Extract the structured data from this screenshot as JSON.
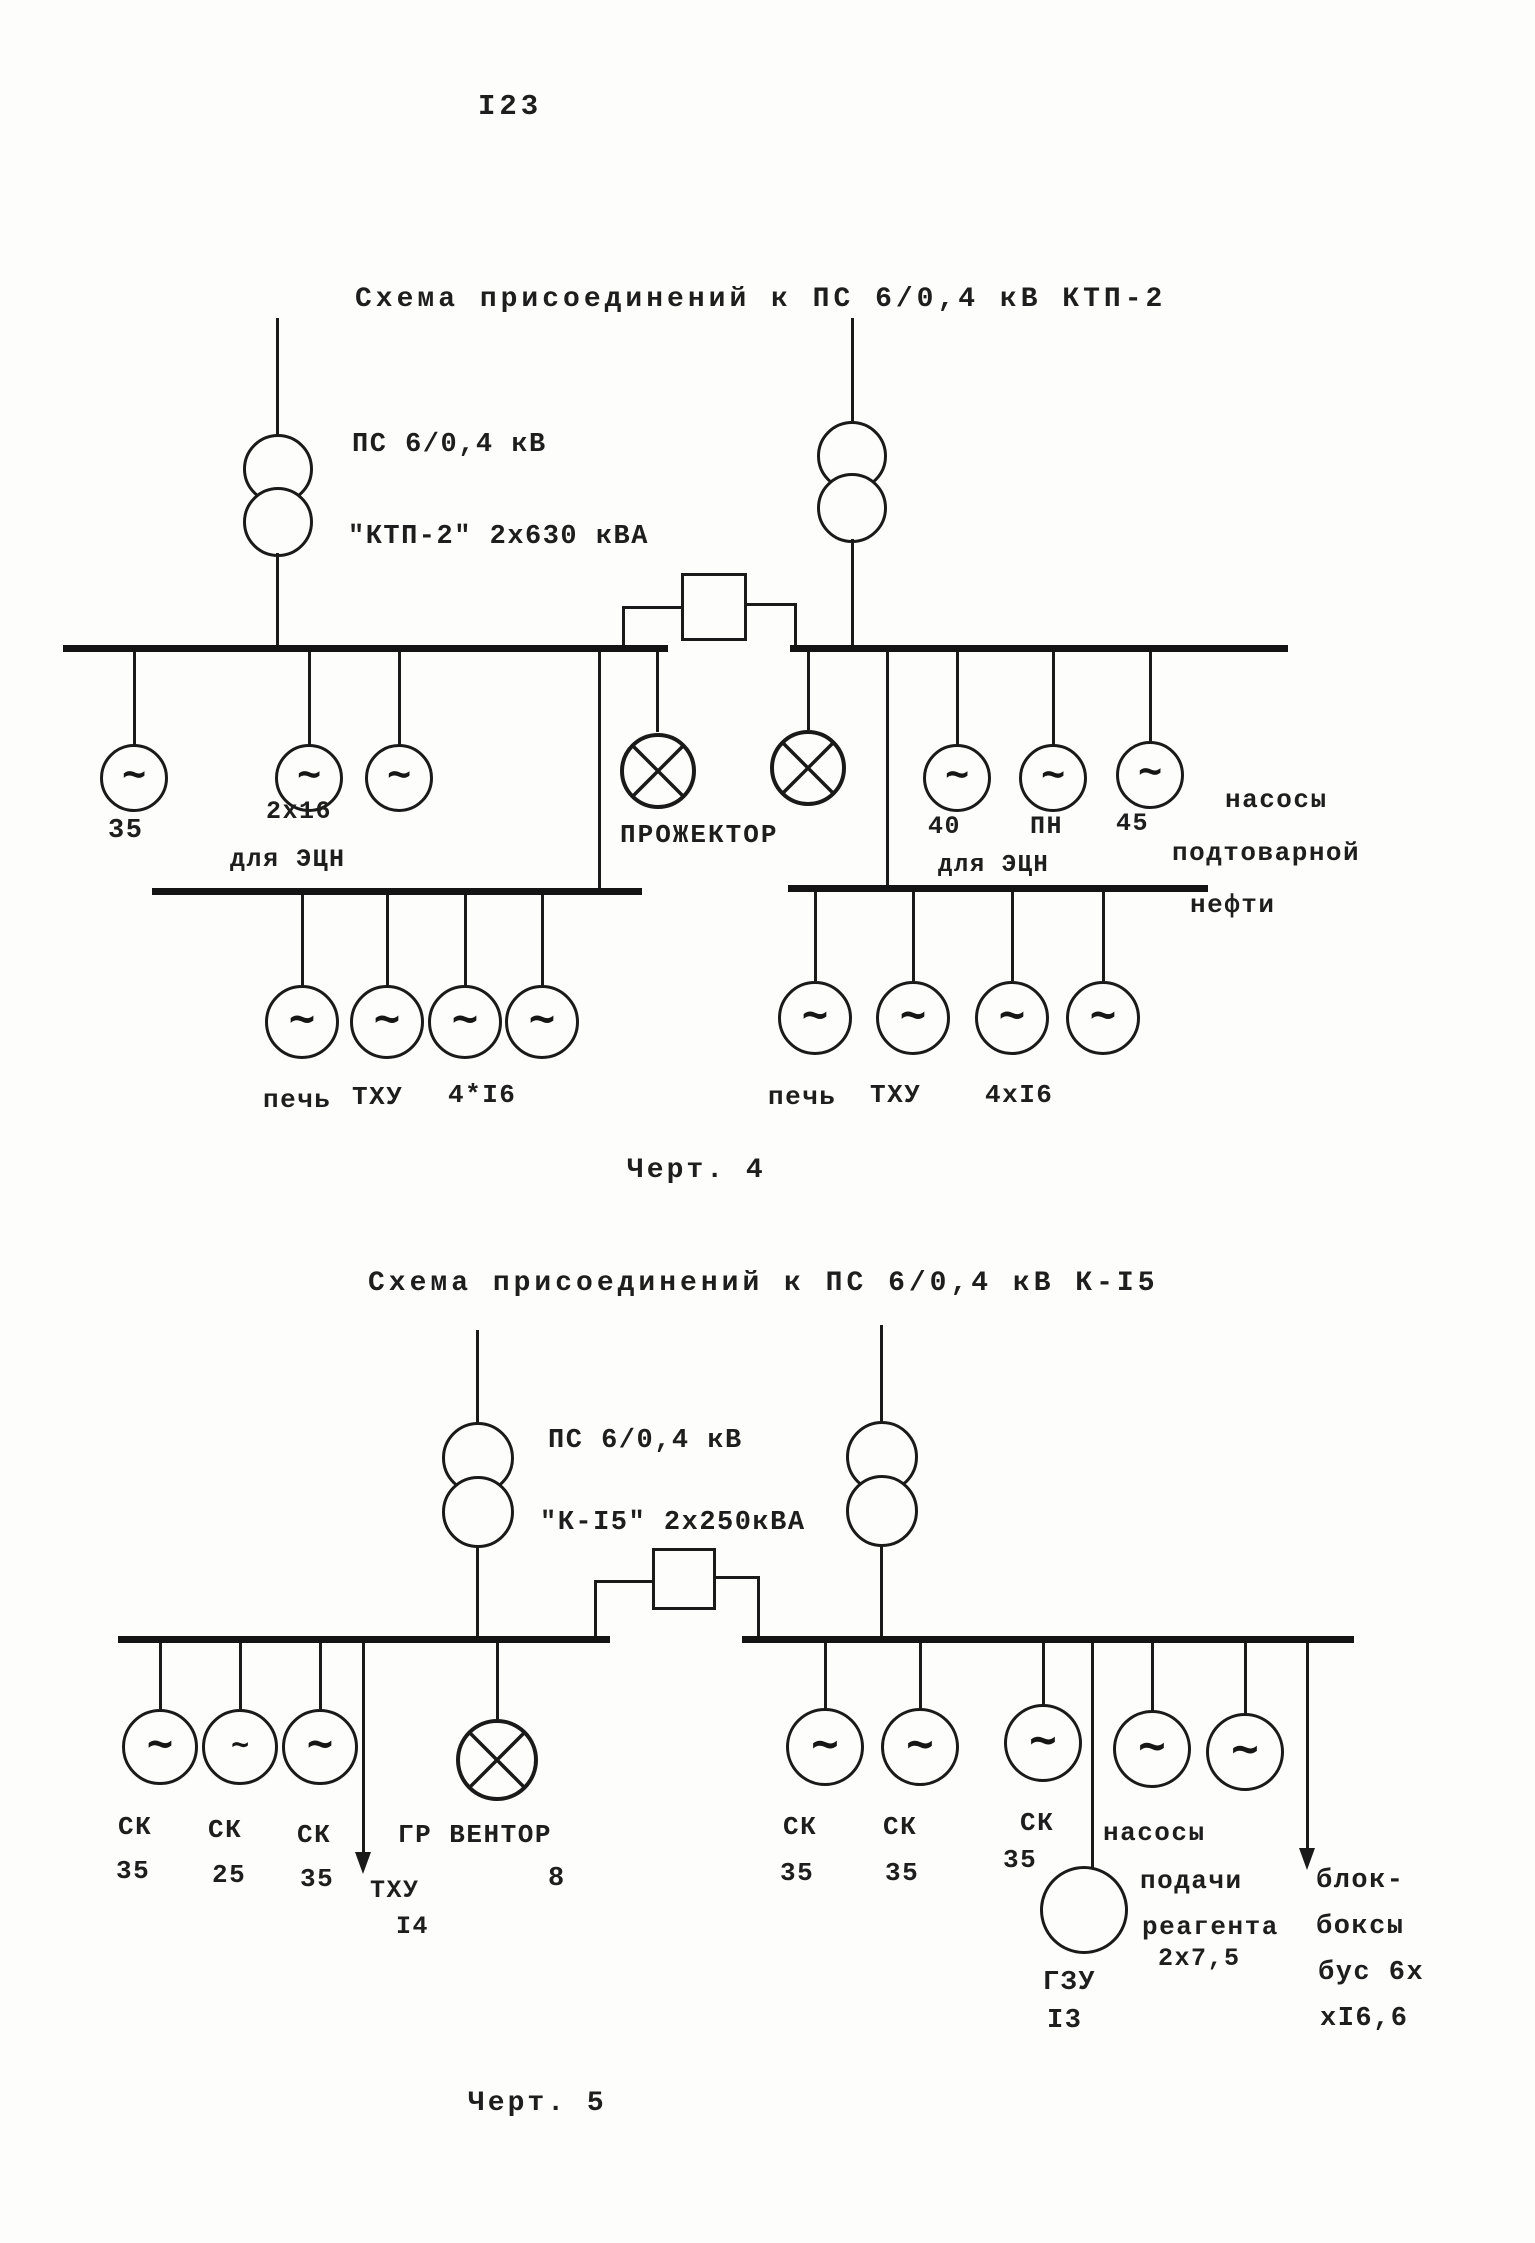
{
  "page": {
    "number": "I23"
  },
  "icons": {
    "motor": "∼"
  },
  "d1": {
    "title": "Схема присоединений к ПС 6/0,4 кВ КТП-2",
    "tx1": "ПС 6/0,4 кВ",
    "tx2": "\"КТП-2\" 2х630 кВА",
    "m35": "35",
    "g216": "2х16",
    "gecn": "для ЭЦН",
    "flood": "ПРОЖЕКТОР",
    "r40": "40",
    "rpn": "ПН",
    "r45": "45",
    "recn": "для ЭЦН",
    "pumps1": "насосы",
    "pumps2": "подтоварной",
    "pumps3": "нефти",
    "f1": "печь",
    "f2": "ТХУ",
    "f3": "4*I6",
    "f4": "печь",
    "f5": "ТХУ",
    "f6": "4хI6",
    "caption": "Черт. 4"
  },
  "d2": {
    "title": "Схема присоединений к ПС 6/0,4 кВ К-I5",
    "tx1": "ПС 6/0,4 кВ",
    "tx2": "\"К-I5\" 2х250кВА",
    "sk": "СК",
    "n1": "35",
    "n2": "25",
    "n3": "35",
    "n4": "35",
    "n5": "35",
    "n6": "35",
    "thu": "ТХУ",
    "thu_n": "I4",
    "vent": "ГР ВЕНТОР",
    "vent_n": "8",
    "re1": "насосы",
    "re2": "подачи",
    "re3": "реагента",
    "re4": "2х7,5",
    "gzu": "ГЗУ",
    "gzu_n": "I3",
    "bb1": "блок-",
    "bb2": "боксы",
    "bb3": "бус 6х",
    "bb4": "хI6,6",
    "caption": "Черт. 5"
  }
}
